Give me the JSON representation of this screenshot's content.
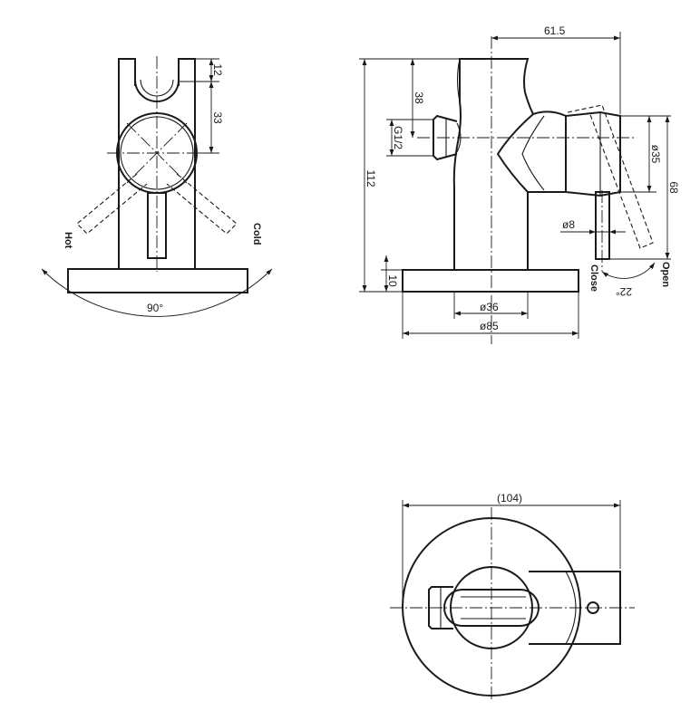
{
  "colors": {
    "ink": "#1a1a1a",
    "background": "#ffffff"
  },
  "front_view": {
    "dims": {
      "d12": "12",
      "d33": "33"
    },
    "angle": "90°",
    "labels": {
      "hot": "Hot",
      "cold": "Cold"
    }
  },
  "side_view": {
    "dims": {
      "d61_5": "61.5",
      "d38": "38",
      "thread": "G1/2",
      "d112": "112",
      "d10": "10",
      "d36": "ø36",
      "d85": "ø85",
      "d35": "ø35",
      "d68": "68",
      "d8": "ø8",
      "angle": "22°"
    },
    "labels": {
      "close": "Close",
      "open": "Open"
    }
  },
  "top_view": {
    "dims": {
      "d104": "(104)"
    }
  }
}
